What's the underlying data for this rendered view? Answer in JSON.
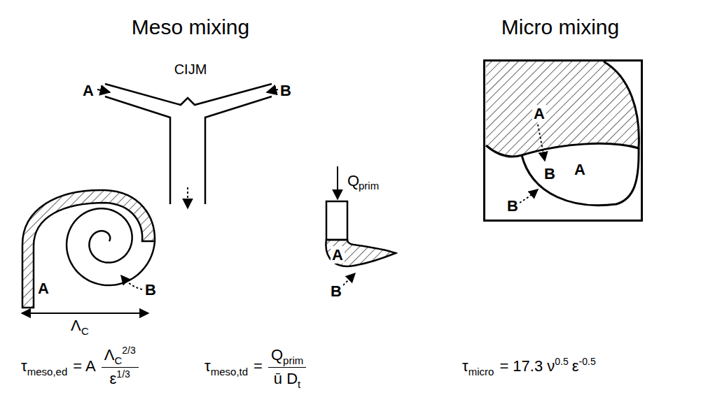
{
  "diagram": {
    "nodes": [
      {
        "text": [
          "A",
          "B",
          "A",
          "B"
        ]
      }
    ],
    "labels": [
      "Meso mixing",
      "Micro mixing",
      "CIJM",
      "A",
      "B",
      "A",
      "B",
      "Λ",
      "C",
      "Q",
      "prim",
      "A",
      "B",
      "τ",
      "meso,ed",
      "= A",
      "Λ",
      "C",
      "2/3",
      "ε",
      "1/3",
      "τ",
      "meso,td",
      "=",
      "Q",
      "prim",
      "ū D",
      "t",
      "τ",
      "micro",
      "= 17.3 ν",
      "0.5",
      "ε",
      "-0.5"
    ]
  }
}
